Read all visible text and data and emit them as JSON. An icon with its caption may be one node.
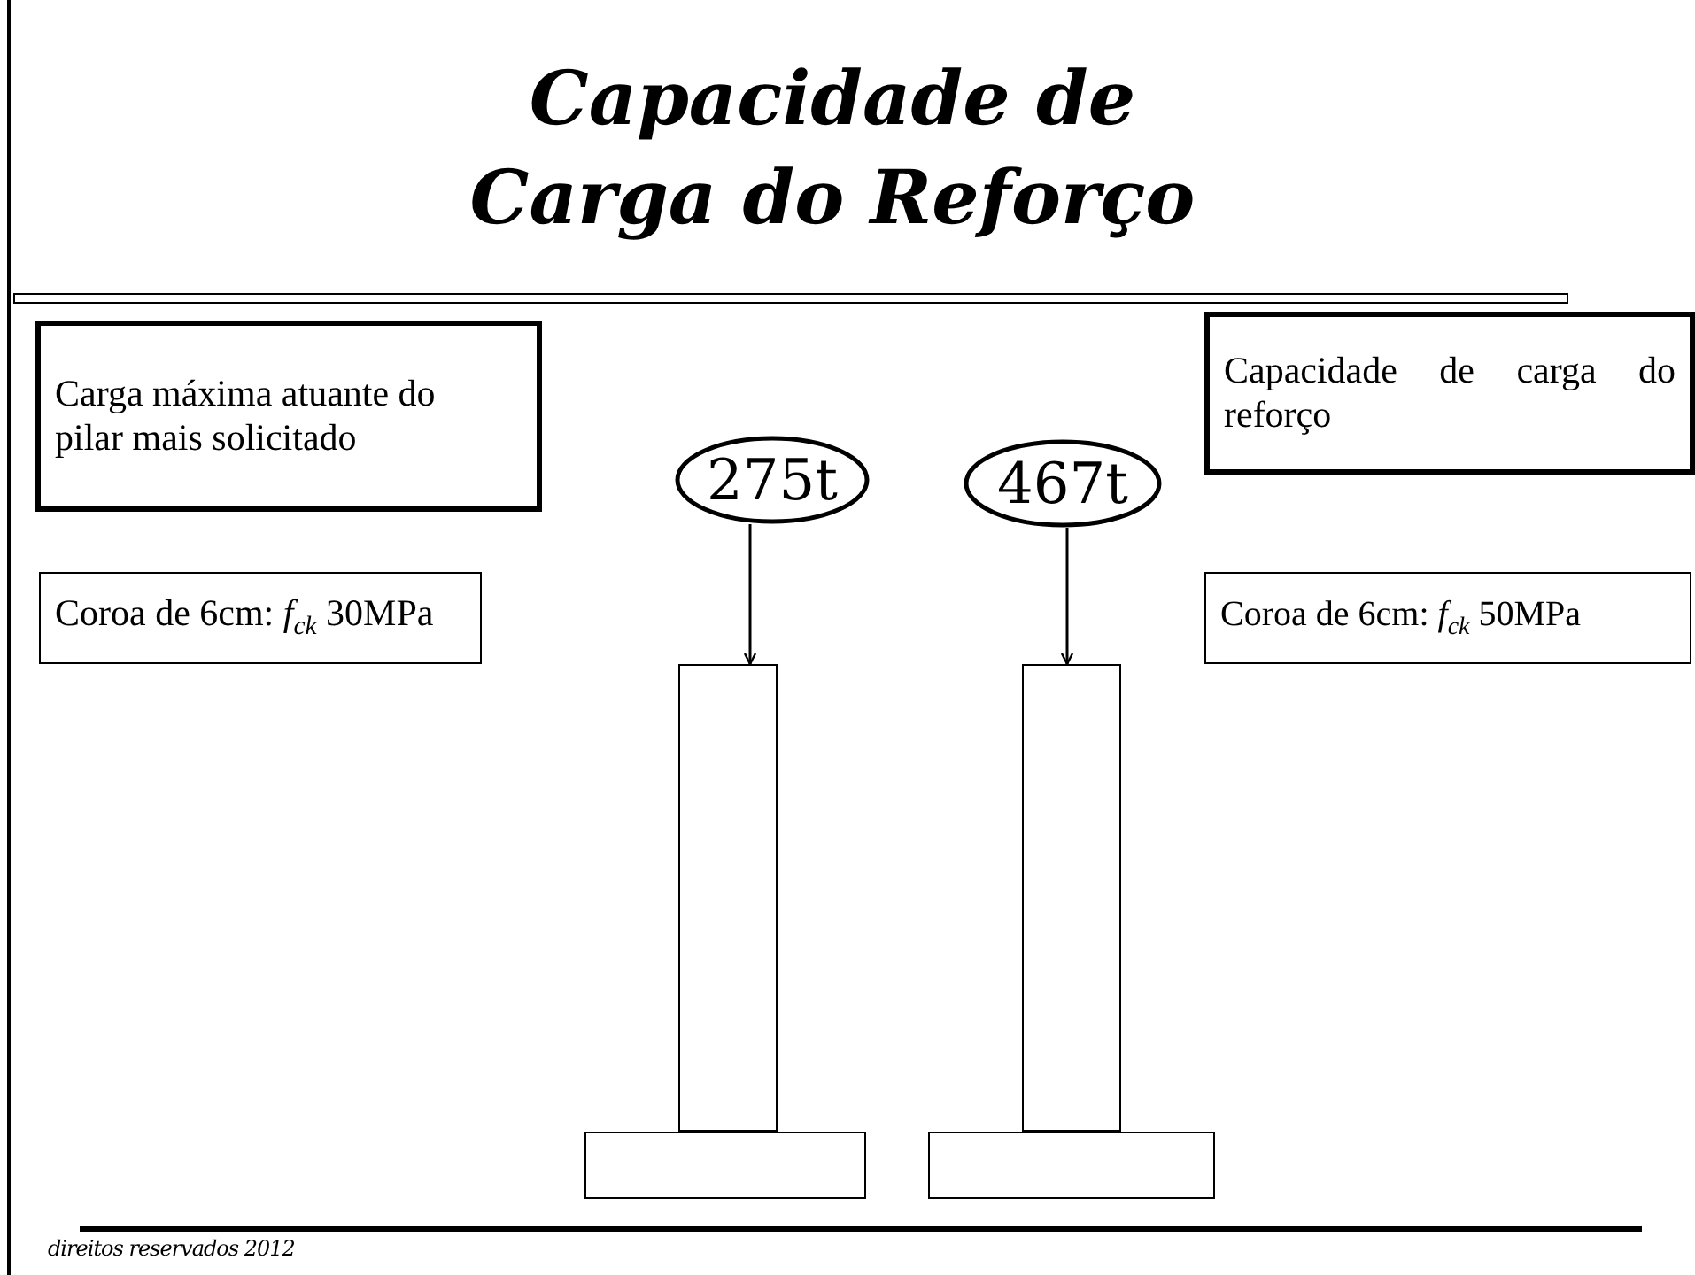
{
  "diagram": {
    "title": "Capacidade de Carga do Reforço",
    "nodes": [
      {
        "text": [
          "Carga máxima atuante do pilar mais solicitado"
        ]
      },
      {
        "text": [
          "Capacidade de carga do reforço"
        ]
      },
      {
        "text": [
          "275t"
        ]
      },
      {
        "text": [
          "467t"
        ]
      },
      {
        "text": [
          "Coroa de 6cm: *f*$_{ck}$ 30MPa"
        ]
      },
      {
        "text": [],
        "shape": "box"
      },
      {
        "text": [],
        "shape": "box"
      },
      {
        "text": [
          "Coroa de 6cm: *f*$_{ck}$ 50MPa"
        ]
      },
      {
        "text": [],
        "shape": "box"
      },
      {
        "text": [],
        "shape": "box"
      }
    ],
    "edges": [
      {
        "from": 2,
        "to": 5,
        "arrow": "to"
      },
      {
        "from": 3,
        "to": 6,
        "arrow": "to"
      }
    ],
    "labels": [
      "direitos reservados 2012"
    ]
  }
}
